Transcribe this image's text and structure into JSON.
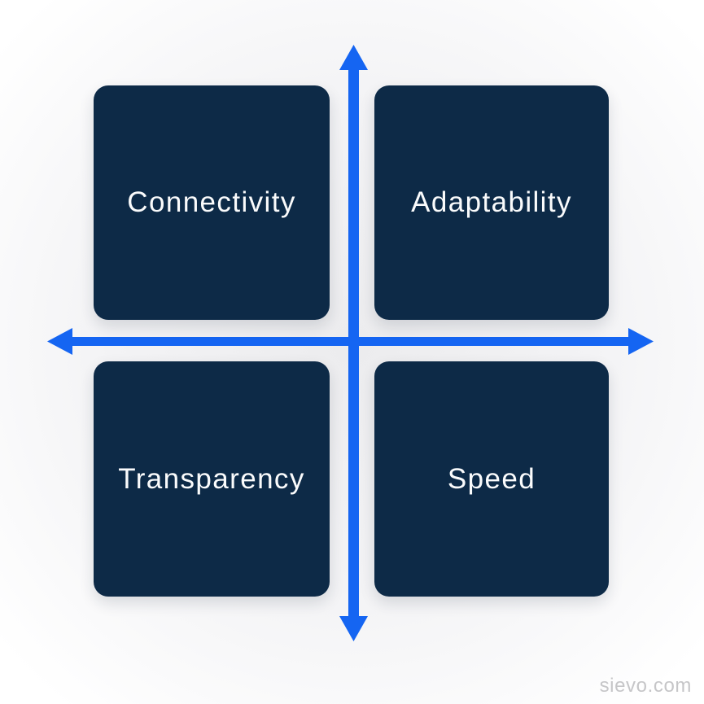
{
  "diagram": {
    "quadrants": [
      {
        "position": "top-left",
        "label": "Connectivity"
      },
      {
        "position": "top-right",
        "label": "Adaptability"
      },
      {
        "position": "bottom-left",
        "label": "Transparency"
      },
      {
        "position": "bottom-right",
        "label": "Speed"
      }
    ]
  },
  "watermark": {
    "text": "sievo.com"
  },
  "colors": {
    "quadrant_fill": "#0d2a47",
    "quadrant_text": "#fafbfc",
    "arrow": "#1565f2",
    "watermark_text": "#c6c6c8",
    "background_center": "#ececee",
    "background_edge": "#ffffff"
  }
}
